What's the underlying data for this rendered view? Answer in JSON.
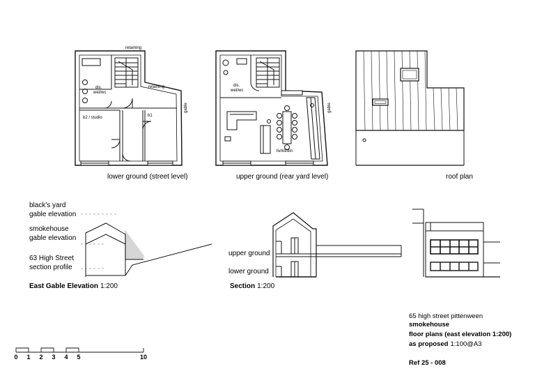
{
  "plans": {
    "lower_ground": {
      "caption": "lower ground (street level)",
      "rooms": {
        "dis": "dis.",
        "wetwc": "wet/wc",
        "b2": "b2 / studio",
        "b1": "b1"
      },
      "notes": {
        "retaining_top": "retaining",
        "retaining_side": "retaining",
        "gable": "gable"
      }
    },
    "upper_ground": {
      "caption": "upper ground (rear yard level)",
      "rooms": {
        "dis": "dis.",
        "wetwc": "wet/wc",
        "livkitdin": "liv/kit/din"
      },
      "notes": {
        "gable": "gable"
      }
    },
    "roof": {
      "caption": "roof plan"
    }
  },
  "east_elevation": {
    "labels": {
      "l1a": "black's yard",
      "l1b": "gable elevation",
      "l2a": "smokehouse",
      "l2b": "gable elevation",
      "l3a": "63 High Street",
      "l3b": "section profile"
    },
    "title_bold": "East Gable Elevation",
    "title_scale": "1:200"
  },
  "section": {
    "labels": {
      "upper": "upper ground",
      "lower": "lower ground"
    },
    "title_bold": "Section",
    "title_scale": "1:200"
  },
  "scale_bar": {
    "ticks": [
      "0",
      "1",
      "2",
      "3",
      "4",
      "5",
      "10"
    ]
  },
  "title_block": {
    "address": "65 high street   pittenween",
    "project": "smokehouse",
    "drawing": "floor plans (east elevation 1:200)",
    "status_bold": "as proposed",
    "status_scale": "1:100@A3",
    "ref": "Ref 25 - 008"
  },
  "colors": {
    "line": "#111111",
    "wall_fill": "#ffffff",
    "shade": "#d6d6d6"
  }
}
